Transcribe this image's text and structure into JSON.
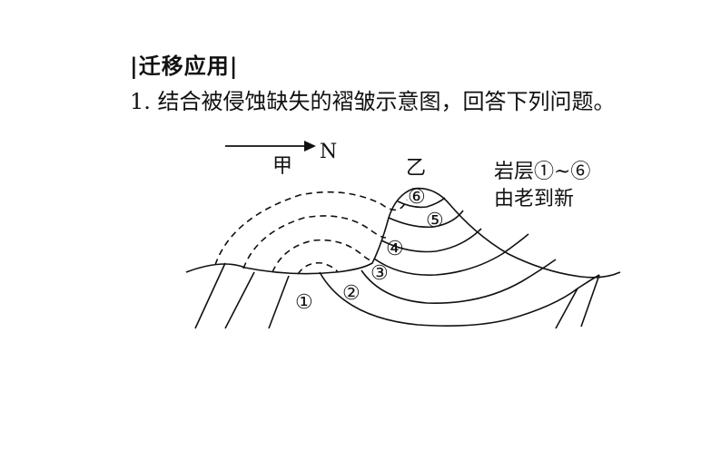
{
  "section_title": "|迁移应用|",
  "question": "1. 结合被侵蚀缺失的褶皱示意图，回答下列问题。",
  "diagram": {
    "direction_label": "N",
    "left_label": "甲",
    "right_label": "乙",
    "legend_line1": "岩层①~⑥",
    "legend_line2": "由老到新",
    "layer_labels": [
      "①",
      "②",
      "③",
      "④",
      "⑤",
      "⑥"
    ]
  }
}
